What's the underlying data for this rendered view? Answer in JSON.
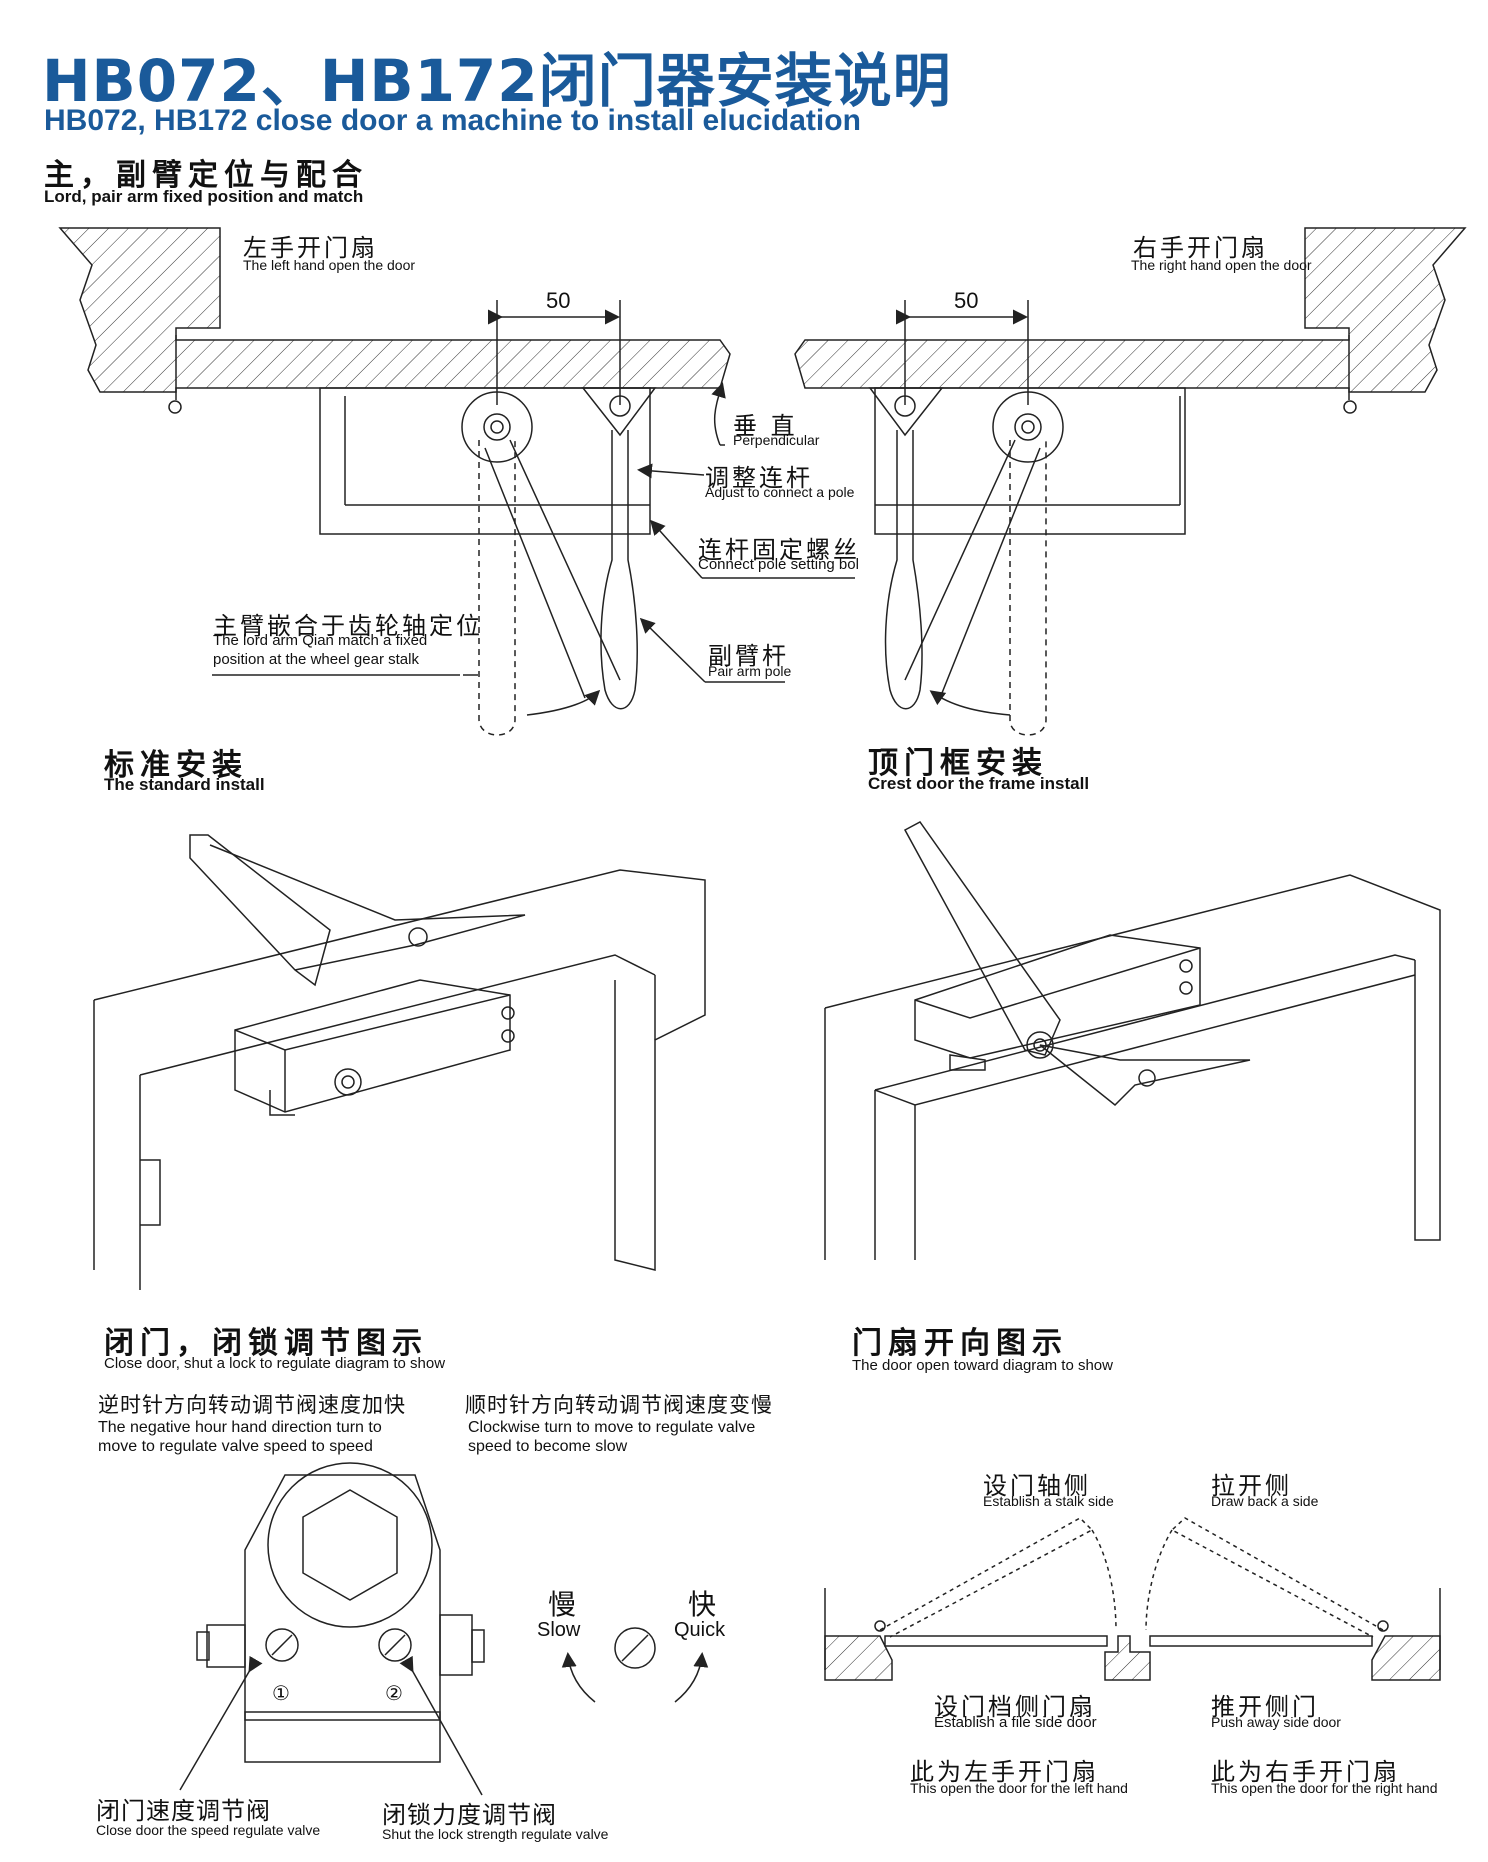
{
  "title": {
    "cn": "HB072、HB172闭门器安装说明",
    "en": "HB072, HB172 close door a machine to install elucidation"
  },
  "section1": {
    "cn": "主，副臂定位与配合",
    "en": "Lord, pair arm fixed position and match"
  },
  "left_door": {
    "cn": "左手开门扇",
    "en": "The left hand open the door"
  },
  "right_door": {
    "cn": "右手开门扇",
    "en": "The right hand open the door"
  },
  "dimension_left": "50",
  "dimension_right": "50",
  "callouts": {
    "perpendicular": {
      "cn": "垂 直",
      "en": "Perpendicular"
    },
    "adjust_pole": {
      "cn": "调整连杆",
      "en": "Adjust to connect a pole"
    },
    "setting_bolt": {
      "cn": "连杆固定螺丝",
      "en": "Connect pole setting bol"
    },
    "lord_arm": {
      "cn": "主臂嵌合于齿轮轴定位",
      "en1": "The lord arm Qian match a fixed",
      "en2": "position at the wheel gear stalk"
    },
    "pair_arm": {
      "cn": "副臂杆",
      "en": "Pair arm pole"
    }
  },
  "standard_install": {
    "cn": "标准安装",
    "en": "The standard install"
  },
  "frame_install": {
    "cn": "顶门框安装",
    "en": "Crest door the frame install"
  },
  "regulate": {
    "cn": "闭门，闭锁调节图示",
    "en": "Close door, shut a lock to regulate diagram to show",
    "ccw_cn": "逆时针方向转动调节阀速度加快",
    "ccw_en1": "The negative hour hand direction turn to",
    "ccw_en2": "move to regulate valve speed to speed",
    "cw_cn": "顺时针方向转动调节阀速度变慢",
    "cw_en1": "Clockwise turn to move to regulate valve",
    "cw_en2": "speed to become slow",
    "slow_cn": "慢",
    "slow_en": "Slow",
    "quick_cn": "快",
    "quick_en": "Quick",
    "valve1_num": "①",
    "valve2_num": "②",
    "valve1_cn": "闭门速度调节阀",
    "valve1_en": "Close door the speed regulate valve",
    "valve2_cn": "闭锁力度调节阀",
    "valve2_en": "Shut the lock strength regulate valve"
  },
  "open_dir": {
    "cn": "门扇开向图示",
    "en": "The door open toward diagram to show",
    "stalk_cn": "设门轴侧",
    "stalk_en": "Establish a stalk side",
    "draw_cn": "拉开侧",
    "draw_en": "Draw back a side",
    "file_cn": "设门档侧门扇",
    "file_en": "Establish a file side door",
    "push_cn": "推开侧门",
    "push_en": "Push away side door",
    "lefthand_cn": "此为左手开门扇",
    "lefthand_en": "This open the door for the left hand",
    "righthand_cn": "此为右手开门扇",
    "righthand_en": "This open the door for the right hand"
  },
  "colors": {
    "title_blue": "#1a5a9a",
    "line": "#222222"
  }
}
